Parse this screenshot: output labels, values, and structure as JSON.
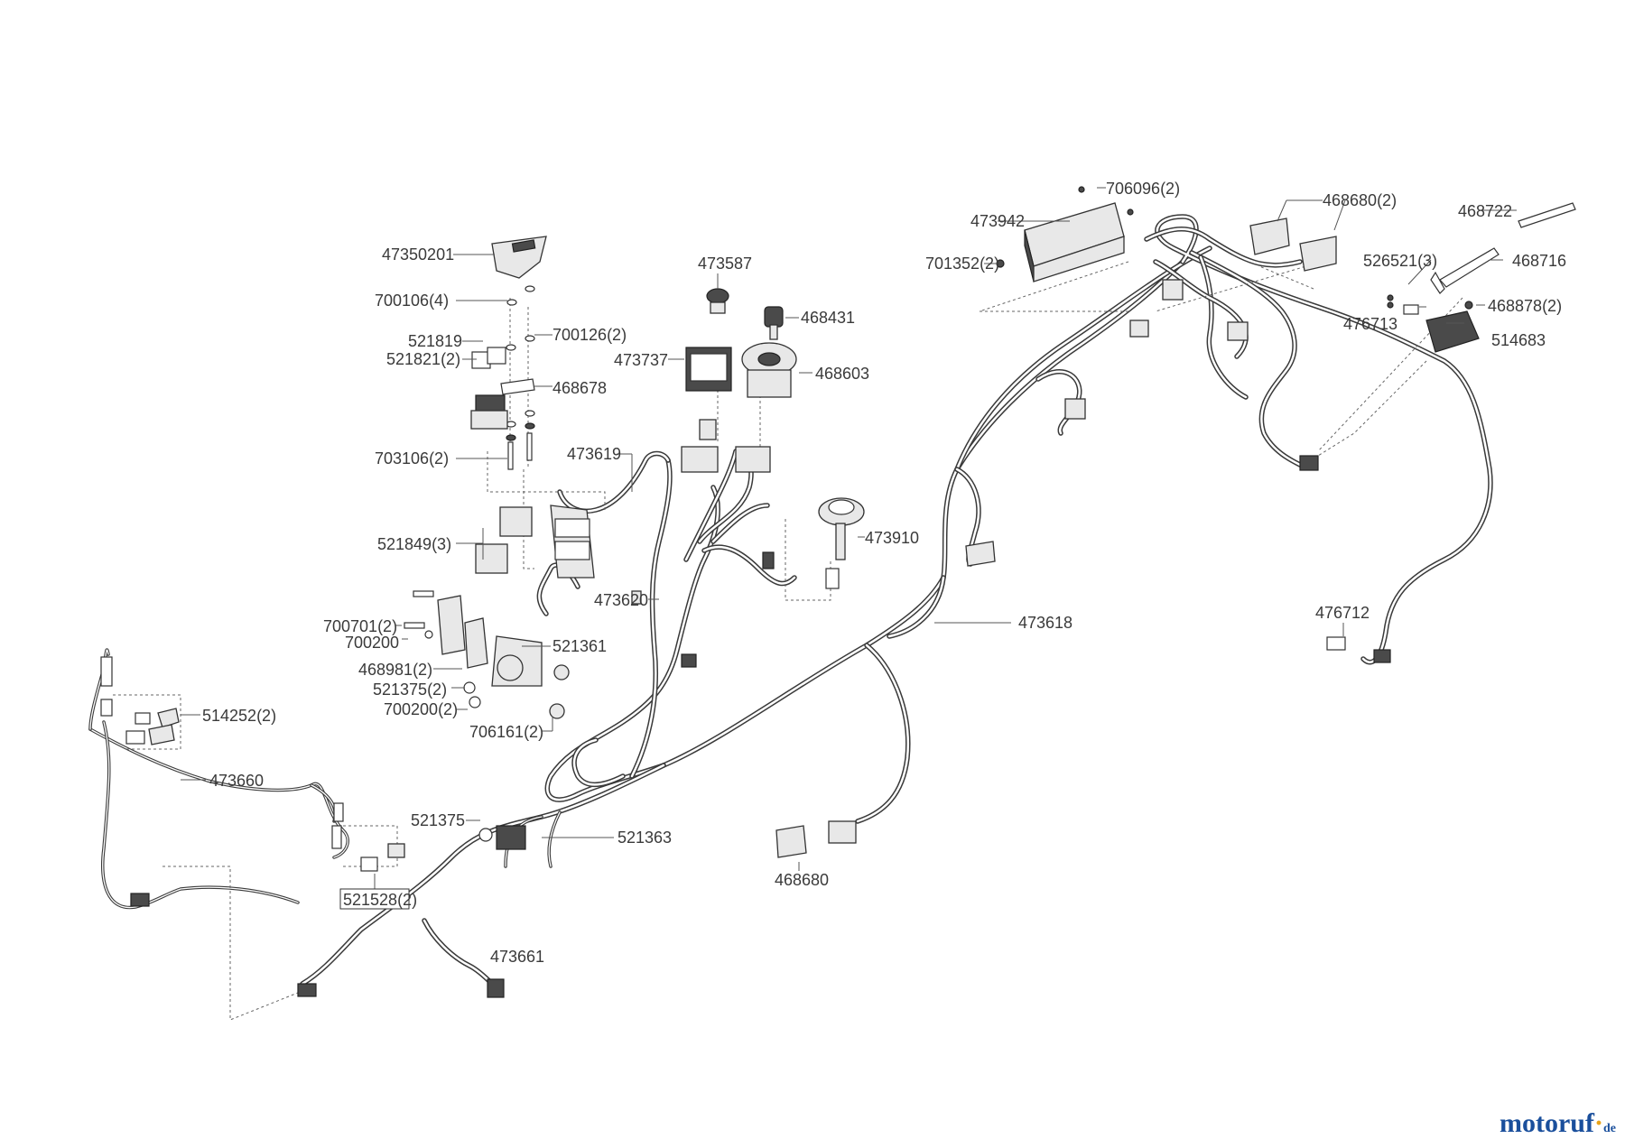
{
  "labels": {
    "p47350201": "47350201",
    "p700106_4": "700106(4)",
    "p700126_2": "700126(2)",
    "p521819": "521819",
    "p521821_2": "521821(2)",
    "p468678": "468678",
    "p703106_2": "703106(2)",
    "p473587": "473587",
    "p468431": "468431",
    "p473737": "473737",
    "p468603": "468603",
    "p473619": "473619",
    "p521849_3": "521849(3)",
    "p473910": "473910",
    "p473620": "473620",
    "p700701_2": "700701(2)",
    "p700200": "700200",
    "p521361": "521361",
    "p468981_2": "468981(2)",
    "p521375_2": "521375(2)",
    "p700200_2": "700200(2)",
    "p706161_2": "706161(2)",
    "p514252_2": "514252(2)",
    "p473660": "473660",
    "p521375": "521375",
    "p521363": "521363",
    "p521528_2": "521528(2)",
    "p473661": "473661",
    "p468680": "468680",
    "p473618": "473618",
    "p473942": "473942",
    "p706096_2": "706096(2)",
    "p701352_2": "701352(2)",
    "p468680_2": "468680(2)",
    "p468722": "468722",
    "p526521_3": "526521(3)",
    "p468716": "468716",
    "p476713": "476713",
    "p468878_2": "468878(2)",
    "p514683": "514683",
    "p476712": "476712"
  },
  "watermark": {
    "main": "motoruf",
    "dot": "·",
    "tld": "de"
  }
}
